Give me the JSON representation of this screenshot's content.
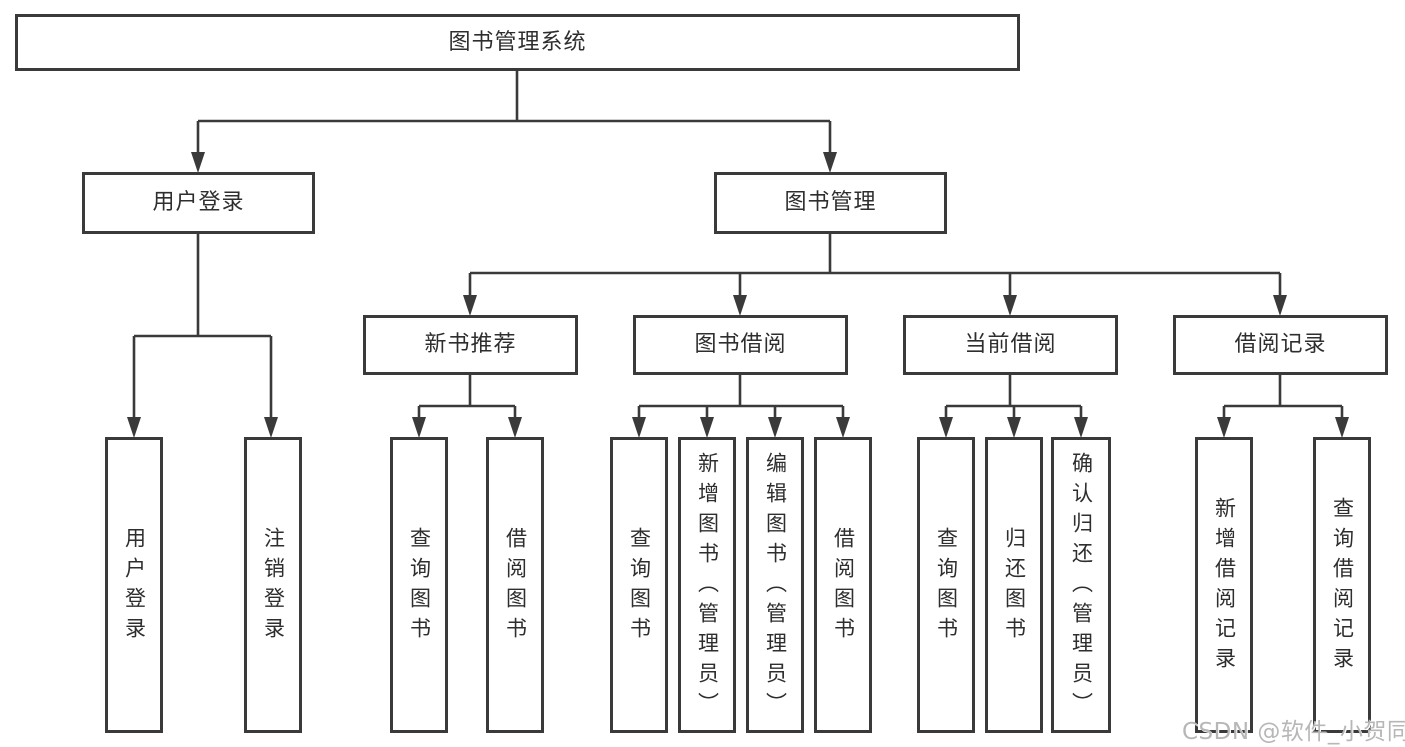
{
  "diagram": {
    "root": "图书管理系统",
    "level2": {
      "user_login": "用户登录",
      "book_management": "图书管理"
    },
    "level3": {
      "new_book_recommend": "新书推荐",
      "book_borrowing": "图书借阅",
      "current_borrowing": "当前借阅",
      "borrowing_records": "借阅记录"
    },
    "leaves": {
      "user_login": [
        "用户登录",
        "注销登录"
      ],
      "new_book_recommend": [
        "查询图书",
        "借阅图书"
      ],
      "book_borrowing": [
        "查询图书",
        "新增图书（管理员）",
        "编辑图书（管理员）",
        "借阅图书"
      ],
      "current_borrowing": [
        "查询图书",
        "归还图书",
        "确认归还（管理员）"
      ],
      "borrowing_records": [
        "新增借阅记录",
        "查询借阅记录"
      ]
    }
  },
  "watermark": "CSDN @软件_小贺同学",
  "colors": {
    "line": "#3a3a3a",
    "text": "#2e2e2e",
    "background": "#ffffff",
    "watermark": "#b7b7b7"
  }
}
